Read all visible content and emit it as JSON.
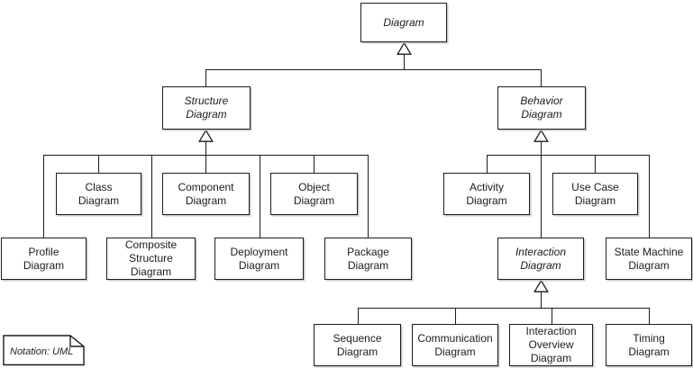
{
  "colors": {
    "background": "#ffffff",
    "line": "#1c1c1c",
    "node_fill": "#ffffff",
    "text": "#1c1c1c"
  },
  "nodes": {
    "root": {
      "label": "Diagram",
      "abstract": true
    },
    "structure": {
      "label": "Structure\nDiagram",
      "abstract": true
    },
    "behavior": {
      "label": "Behavior\nDiagram",
      "abstract": true
    },
    "class": {
      "label": "Class\nDiagram",
      "abstract": false
    },
    "component": {
      "label": "Component\nDiagram",
      "abstract": false
    },
    "object": {
      "label": "Object\nDiagram",
      "abstract": false
    },
    "activity": {
      "label": "Activity\nDiagram",
      "abstract": false
    },
    "use_case": {
      "label": "Use Case\nDiagram",
      "abstract": false
    },
    "profile": {
      "label": "Profile\nDiagram",
      "abstract": false
    },
    "composite_structure": {
      "label": "Composite\nStructure\nDiagram",
      "abstract": false
    },
    "deployment": {
      "label": "Deployment\nDiagram",
      "abstract": false
    },
    "package": {
      "label": "Package\nDiagram",
      "abstract": false
    },
    "interaction": {
      "label": "Interaction\nDiagram",
      "abstract": true
    },
    "state_machine": {
      "label": "State Machine\nDiagram",
      "abstract": false
    },
    "sequence": {
      "label": "Sequence\nDiagram",
      "abstract": false
    },
    "communication": {
      "label": "Communication\nDiagram",
      "abstract": false
    },
    "interaction_overview": {
      "label": "Interaction\nOverview\nDiagram",
      "abstract": false
    },
    "timing": {
      "label": "Timing\nDiagram",
      "abstract": false
    }
  },
  "relationships": {
    "type": "generalization",
    "Diagram": [
      "Structure Diagram",
      "Behavior Diagram"
    ],
    "Structure Diagram": [
      "Class Diagram",
      "Component Diagram",
      "Object Diagram",
      "Profile Diagram",
      "Composite Structure Diagram",
      "Deployment Diagram",
      "Package Diagram"
    ],
    "Behavior Diagram": [
      "Activity Diagram",
      "Use Case Diagram",
      "Interaction Diagram",
      "State Machine Diagram"
    ],
    "Interaction Diagram": [
      "Sequence Diagram",
      "Communication Diagram",
      "Interaction Overview Diagram",
      "Timing Diagram"
    ]
  },
  "note": {
    "text": "Notation: UML"
  }
}
